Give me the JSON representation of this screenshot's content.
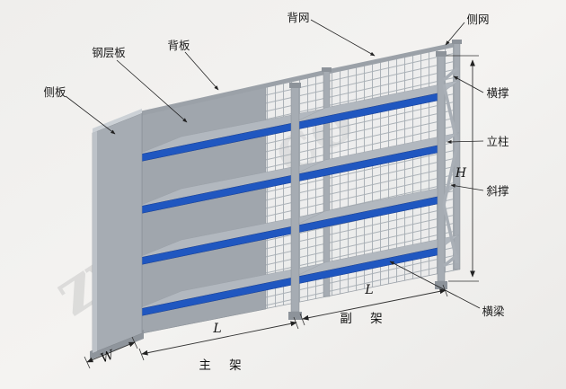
{
  "watermark": {
    "text": "zynafk.co"
  },
  "labels": {
    "side_panel": "侧板",
    "steel_shelf": "钢层板",
    "back_panel": "背板",
    "back_mesh": "背网",
    "side_mesh": "侧网",
    "horizontal_brace": "横撑",
    "upright_column": "立柱",
    "diagonal_brace": "斜撑",
    "cross_beam": "横梁"
  },
  "dims": {
    "height": "H",
    "width": "W",
    "length_main": "L",
    "length_sub": "L",
    "main_frame": "主 架",
    "sub_frame": "副 架"
  },
  "colors": {
    "beam_blue": "#2057c0",
    "frame_gray": "#a6acb3",
    "shelf_gray": "#b2b8bf",
    "mesh_line": "#a9b0b6",
    "background": "#f1f0ee",
    "annotation": "#1a1a1a"
  }
}
